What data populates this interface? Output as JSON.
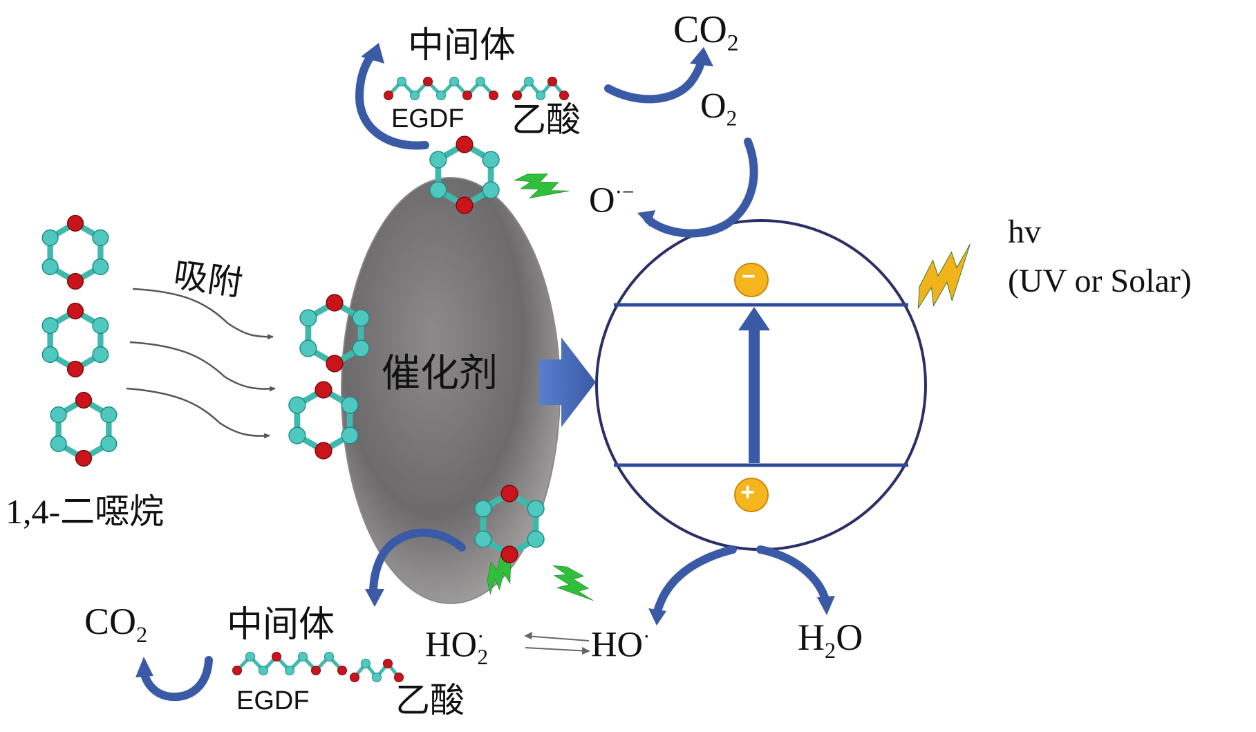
{
  "colors": {
    "bond": "#3fb8ad",
    "atom_carbon": "#4fc9c0",
    "atom_oxygen": "#c8141a",
    "arrow_blue": "#3a5aa6",
    "circle_stroke": "#2a2f66",
    "band_line": "#2f4a9a",
    "lightning_green": "#2fbf3a",
    "lightning_orange": "#f2b21c",
    "charge_fill": "#f4b51e"
  },
  "labels": {
    "intermediate_top": "中间体",
    "egdf_top": "EGDF",
    "acetic_top": "乙酸",
    "co2_top_main": "CO",
    "co2_top_sub": "2",
    "o2_main": "O",
    "o2_sub": "2",
    "superoxide_main": "O",
    "superoxide_sup": "·−",
    "adsorb": "吸附",
    "catalyst": "催化剂",
    "dioxane": "1,4-二噁烷",
    "hv": "hv",
    "light_source": "(UV or Solar)",
    "co2_bottom_main": "CO",
    "co2_bottom_sub": "2",
    "intermediate_bottom": "中间体",
    "egdf_bottom": "EGDF",
    "acetic_bottom": "乙酸",
    "ho2_main": "HO",
    "ho2_sup": "·",
    "ho2_sub": "2",
    "ho_main": "HO",
    "ho_sup": "·",
    "h2o_h": "H",
    "h2o_sub": "2",
    "h2o_o": "O",
    "electron_sign": "−",
    "hole_sign": "+"
  },
  "icons": {
    "lightning": "lightning-bolt-icon",
    "curved_arrow": "curved-arrow-icon",
    "molecule": "dioxane-ring-icon"
  }
}
